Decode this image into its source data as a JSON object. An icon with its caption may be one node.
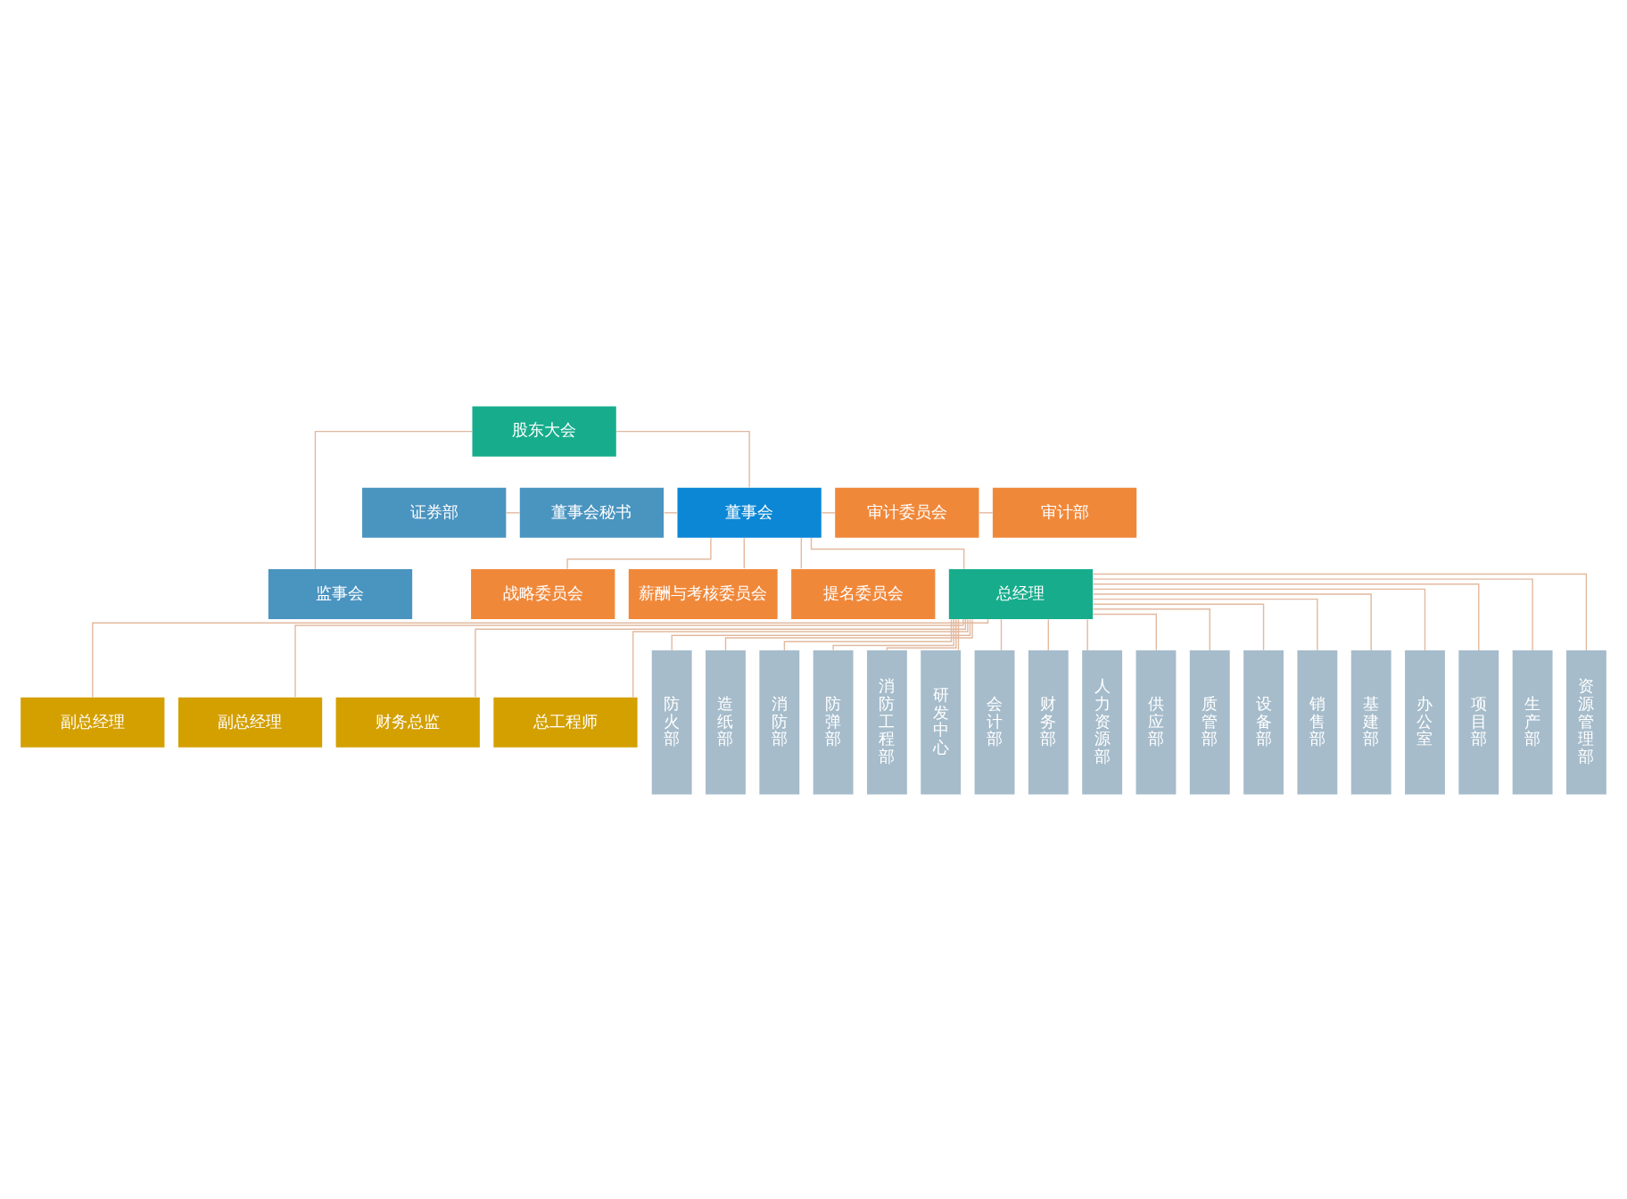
{
  "diagram": {
    "nodes": [
      {
        "text": [
          "股东大会"
        ]
      },
      {
        "text": [
          "监事会"
        ]
      },
      {
        "text": [
          "战略委员会"
        ]
      },
      {
        "text": [
          "审计委员会"
        ]
      },
      {
        "text": [
          "审计部"
        ]
      },
      {
        "text": [
          "证券部"
        ]
      },
      {
        "text": [
          "董事会秘书"
        ]
      },
      {
        "text": [
          "董事会"
        ]
      },
      {
        "text": [
          "薪酬与考核委员会"
        ]
      },
      {
        "text": [
          "提名委员会"
        ]
      },
      {
        "text": [
          "总经理"
        ]
      },
      {
        "text": [
          "副总经理"
        ]
      },
      {
        "text": [
          "副总经理"
        ]
      },
      {
        "text": [
          "财务总监"
        ]
      },
      {
        "text": [
          "总工程师"
        ]
      },
      {
        "text": [
          "防火部"
        ]
      },
      {
        "text": [
          "造纸部"
        ]
      },
      {
        "text": [
          "消防部"
        ]
      },
      {
        "text": [
          "防弹部"
        ]
      },
      {
        "text": [
          "消防工程部"
        ]
      },
      {
        "text": [
          "研发中心"
        ]
      },
      {
        "text": [
          "会计部"
        ]
      },
      {
        "text": [
          "财务部"
        ]
      },
      {
        "text": [
          "人力资源部"
        ]
      },
      {
        "text": [
          "供应部"
        ]
      },
      {
        "text": [
          "质管部"
        ]
      },
      {
        "text": [
          "设备部"
        ]
      },
      {
        "text": [
          "销售部"
        ]
      },
      {
        "text": [
          "基建部"
        ]
      },
      {
        "text": [
          "办公室"
        ]
      },
      {
        "text": [
          "项目部"
        ]
      },
      {
        "text": [
          "生产部"
        ]
      },
      {
        "text": [
          "资源管理部"
        ]
      }
    ],
    "edges": [
      {
        "from": 0,
        "to": 7,
        "arrow": "none"
      },
      {
        "from": 0,
        "to": 1,
        "arrow": "none"
      },
      {
        "from": 7,
        "to": 2,
        "arrow": "none"
      },
      {
        "from": 7,
        "to": 3,
        "arrow": "none"
      },
      {
        "from": 3,
        "to": 4,
        "arrow": "none"
      },
      {
        "from": 7,
        "to": 8,
        "arrow": "none"
      },
      {
        "from": 7,
        "to": 9,
        "arrow": "none"
      },
      {
        "from": 5,
        "to": 6,
        "arrow": "none"
      },
      {
        "from": 6,
        "to": 7,
        "arrow": "none"
      },
      {
        "from": 7,
        "to": 10,
        "arrow": "none"
      },
      {
        "from": 10,
        "to": 11,
        "arrow": "none"
      },
      {
        "from": 10,
        "to": 12,
        "arrow": "none"
      },
      {
        "from": 10,
        "to": 13,
        "arrow": "none"
      },
      {
        "from": 10,
        "to": 14,
        "arrow": "none"
      },
      {
        "from": 10,
        "to": 15,
        "arrow": "none"
      },
      {
        "from": 10,
        "to": 16,
        "arrow": "none"
      },
      {
        "from": 10,
        "to": 17,
        "arrow": "none"
      },
      {
        "from": 10,
        "to": 18,
        "arrow": "none"
      },
      {
        "from": 10,
        "to": 19,
        "arrow": "none"
      },
      {
        "from": 10,
        "to": 20,
        "arrow": "none"
      },
      {
        "from": 10,
        "to": 21,
        "arrow": "none"
      },
      {
        "from": 10,
        "to": 22,
        "arrow": "none"
      },
      {
        "from": 10,
        "to": 23,
        "arrow": "none"
      },
      {
        "from": 10,
        "to": 24,
        "arrow": "none"
      },
      {
        "from": 10,
        "to": 25,
        "arrow": "none"
      },
      {
        "from": 10,
        "to": 26,
        "arrow": "none"
      },
      {
        "from": 10,
        "to": 27,
        "arrow": "none"
      },
      {
        "from": 10,
        "to": 28,
        "arrow": "none"
      },
      {
        "from": 10,
        "to": 29,
        "arrow": "none"
      },
      {
        "from": 10,
        "to": 30,
        "arrow": "none"
      },
      {
        "from": 10,
        "to": 31,
        "arrow": "none"
      },
      {
        "from": 10,
        "to": 32,
        "arrow": "none"
      }
    ]
  }
}
